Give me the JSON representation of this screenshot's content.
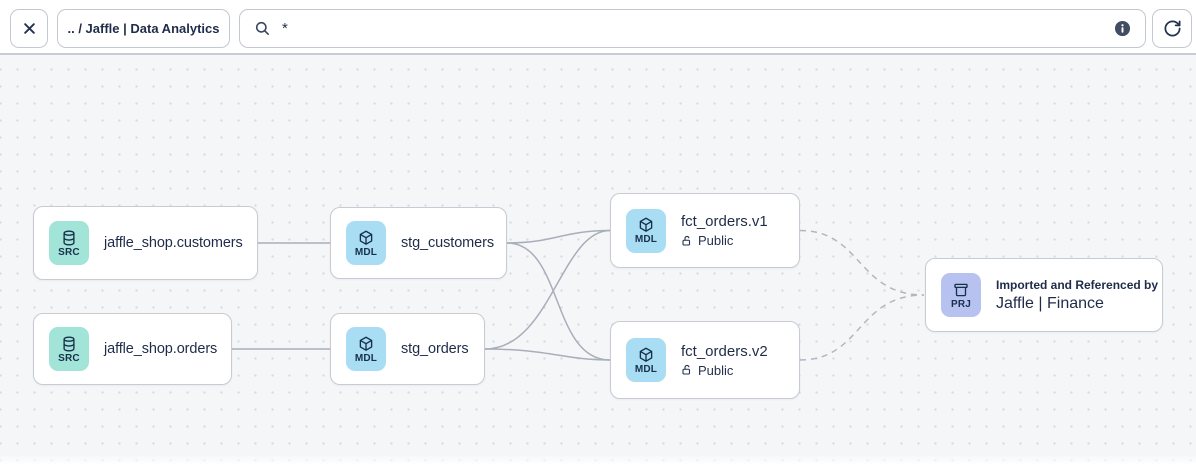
{
  "toolbar": {
    "breadcrumb_label": ".. / Jaffle | Data Analytics",
    "search_value": "*",
    "icons": {
      "close": "close-icon",
      "search": "search-icon",
      "info": "info-icon",
      "refresh": "refresh-icon"
    }
  },
  "colors": {
    "src_badge": "#a2e4d8",
    "mdl_badge": "#a8ddf4",
    "prj_badge": "#b7c2f1",
    "edge_solid": "#a8aeba",
    "edge_dashed": "#b1b7c2",
    "canvas_bg": "#f5f6f8",
    "text_dark": "#1f2c49"
  },
  "nodes": {
    "src_customers": {
      "type": "SRC",
      "label": "jaffle_shop.customers",
      "icon": "database-icon"
    },
    "src_orders": {
      "type": "SRC",
      "label": "jaffle_shop.orders",
      "icon": "database-icon"
    },
    "stg_customers": {
      "type": "MDL",
      "label": "stg_customers",
      "icon": "cube-icon"
    },
    "stg_orders": {
      "type": "MDL",
      "label": "stg_orders",
      "icon": "cube-icon"
    },
    "fct_orders_v1": {
      "type": "MDL",
      "label": "fct_orders.v1",
      "access": "Public",
      "icon": "cube-icon",
      "access_icon": "unlock-icon"
    },
    "fct_orders_v2": {
      "type": "MDL",
      "label": "fct_orders.v2",
      "access": "Public",
      "icon": "cube-icon",
      "access_icon": "unlock-icon"
    },
    "project_finance": {
      "type": "PRJ",
      "label_top": "Imported and Referenced by",
      "label": "Jaffle | Finance",
      "icon": "archive-box-icon"
    }
  },
  "edges": [
    {
      "from": "src_customers",
      "to": "stg_customers",
      "style": "solid"
    },
    {
      "from": "src_orders",
      "to": "stg_orders",
      "style": "solid"
    },
    {
      "from": "stg_customers",
      "to": "fct_orders_v1",
      "style": "solid"
    },
    {
      "from": "stg_customers",
      "to": "fct_orders_v2",
      "style": "solid"
    },
    {
      "from": "stg_orders",
      "to": "fct_orders_v1",
      "style": "solid"
    },
    {
      "from": "stg_orders",
      "to": "fct_orders_v2",
      "style": "solid"
    },
    {
      "from": "fct_orders_v1",
      "to": "project_finance",
      "style": "dashed"
    },
    {
      "from": "fct_orders_v2",
      "to": "project_finance",
      "style": "dashed"
    }
  ]
}
